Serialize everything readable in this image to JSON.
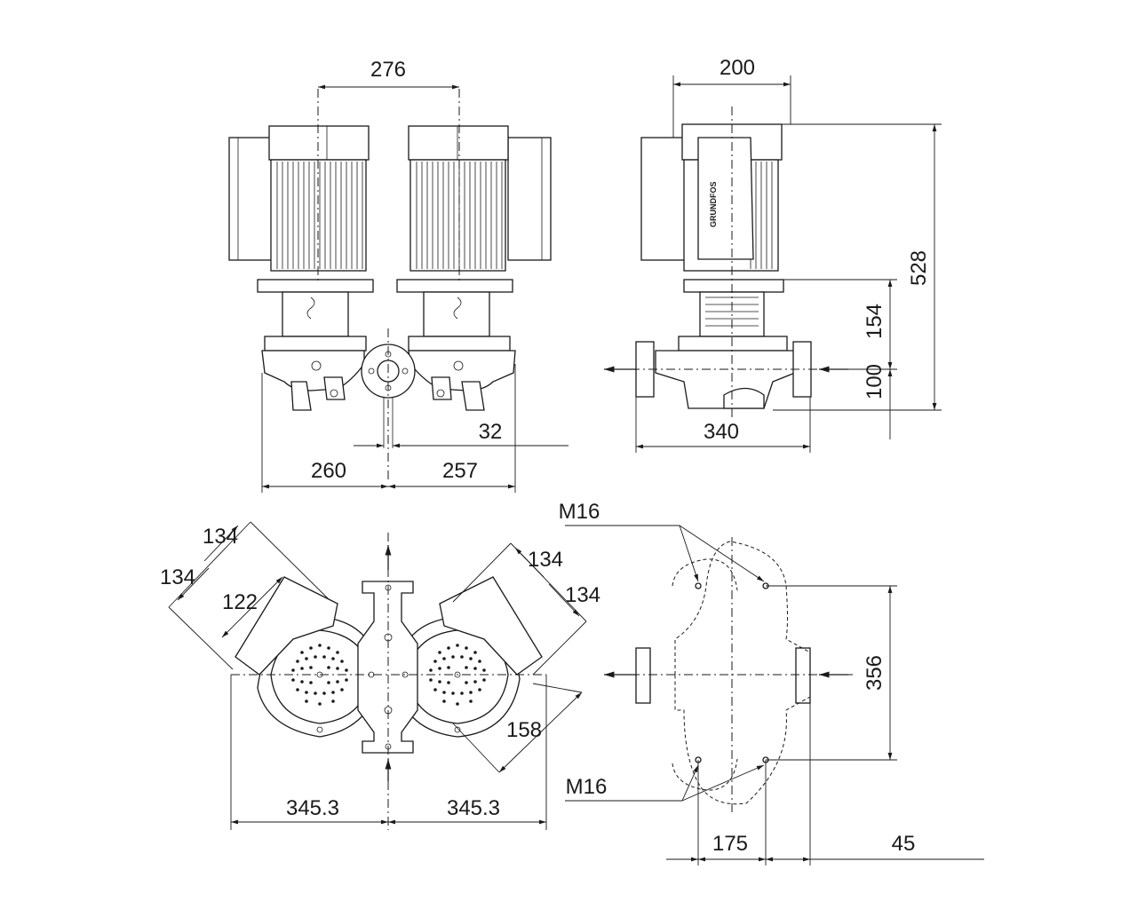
{
  "front_view": {
    "dim_motor_spacing": "276",
    "dim_left_width": "260",
    "dim_right_width": "257",
    "dim_offset": "32"
  },
  "side_view": {
    "dim_motor_width": "200",
    "dim_total_height": "528",
    "dim_mid_height": "154",
    "dim_base_height": "100",
    "dim_port_to_port": "340",
    "brand_text": "GRUNDFOS"
  },
  "top_view": {
    "dim_diag_a": "134",
    "dim_diag_b": "134",
    "dim_diag_c": "122",
    "dim_diag_d": "134",
    "dim_diag_e": "134",
    "dim_diag_f": "158",
    "dim_left_half": "345.3",
    "dim_right_half": "345.3"
  },
  "foot_view": {
    "bolt_label_top": "M16",
    "bolt_label_bottom": "M16",
    "dim_bolt_spacing_vertical": "356",
    "dim_bolt_spacing_horizontal": "175",
    "dim_edge_offset": "45"
  }
}
